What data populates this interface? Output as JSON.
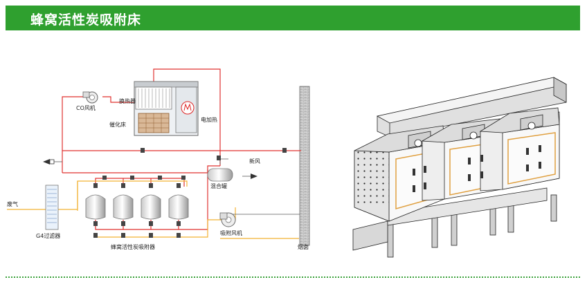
{
  "header": {
    "title": "蜂窝活性炭吸附床"
  },
  "diagram": {
    "labels": {
      "co_fan": "CO风机",
      "heat_exchanger": "换热器",
      "catalytic_bed": "催化床",
      "electric_heater": "电加热",
      "fresh_air": "新风",
      "mixing_tank": "混合罐",
      "exhaust_gas": "废气",
      "g4_filter": "G4过滤器",
      "adsorber": "蜂窝活性炭吸附器",
      "suction_fan": "吸附风机",
      "chimney": "烟囱"
    }
  },
  "colors": {
    "header_bg": "#2fa02f",
    "hot_line": "#e0312f",
    "gas_line": "#f2b233",
    "pipe": "#5a5a5a"
  }
}
